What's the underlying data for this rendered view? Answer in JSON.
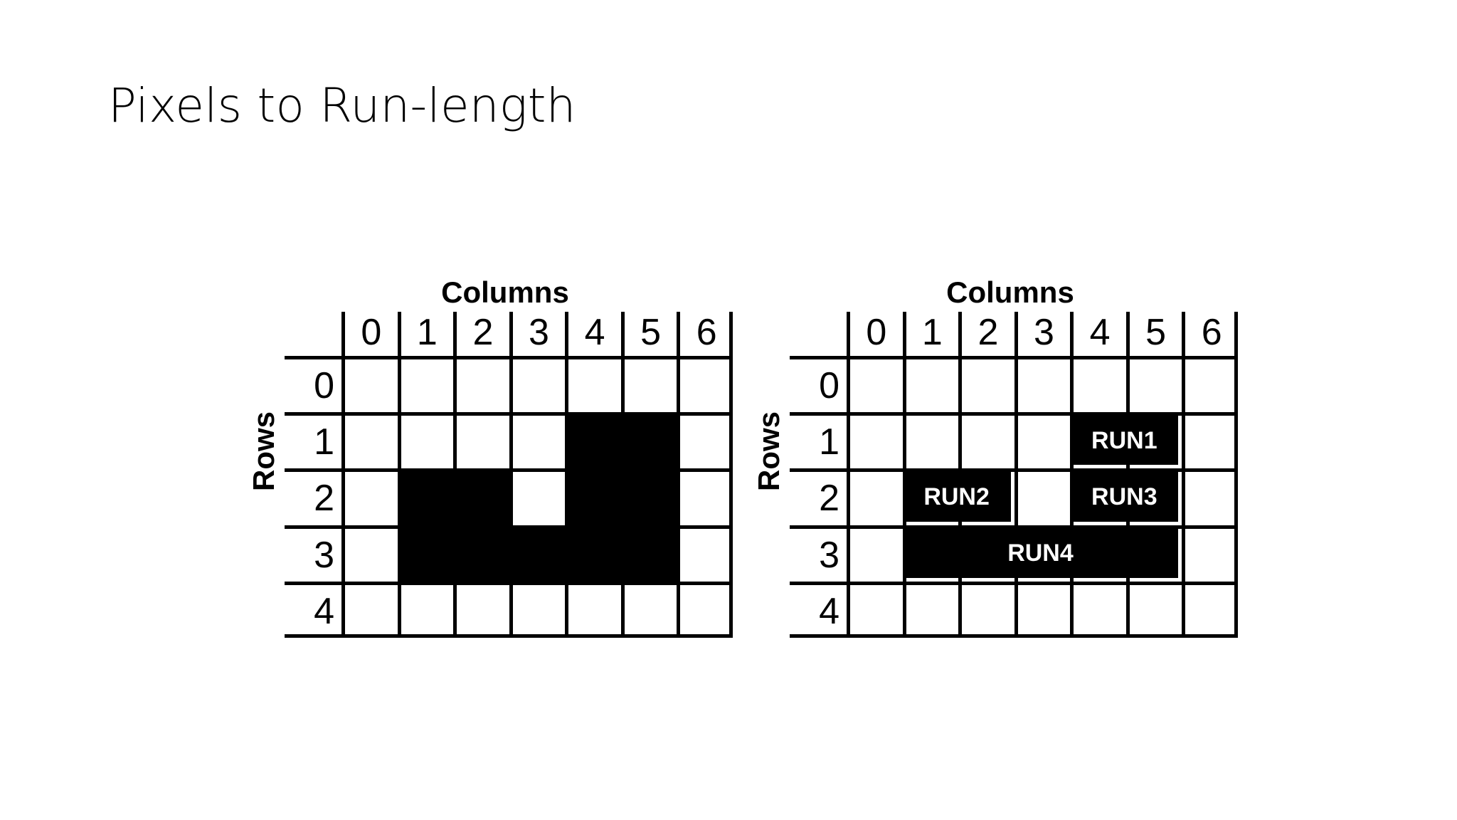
{
  "slide": {
    "title": "Pixels to Run-length",
    "background": "#ffffff",
    "ink": "#000000"
  },
  "figures": [
    {
      "id": "pixels",
      "name": "pixel-grid",
      "columns_label": "Columns",
      "rows_label": "Rows",
      "column_headers": [
        "0",
        "1",
        "2",
        "3",
        "4",
        "5",
        "6"
      ],
      "row_headers": [
        "0",
        "1",
        "2",
        "3",
        "4"
      ],
      "filled_cells": [
        {
          "row": 1,
          "col": 4
        },
        {
          "row": 1,
          "col": 5
        },
        {
          "row": 2,
          "col": 1
        },
        {
          "row": 2,
          "col": 2
        },
        {
          "row": 2,
          "col": 4
        },
        {
          "row": 2,
          "col": 5
        },
        {
          "row": 3,
          "col": 1
        },
        {
          "row": 3,
          "col": 2
        },
        {
          "row": 3,
          "col": 3
        },
        {
          "row": 3,
          "col": 4
        },
        {
          "row": 3,
          "col": 5
        }
      ]
    },
    {
      "id": "runs",
      "name": "run-length-grid",
      "columns_label": "Columns",
      "rows_label": "Rows",
      "column_headers": [
        "0",
        "1",
        "2",
        "3",
        "4",
        "5",
        "6"
      ],
      "row_headers": [
        "0",
        "1",
        "2",
        "3",
        "4"
      ],
      "runs": [
        {
          "label": "RUN1",
          "row": 1,
          "col_start": 4,
          "col_end": 5
        },
        {
          "label": "RUN2",
          "row": 2,
          "col_start": 1,
          "col_end": 2
        },
        {
          "label": "RUN3",
          "row": 2,
          "col_start": 4,
          "col_end": 5
        },
        {
          "label": "RUN4",
          "row": 3,
          "col_start": 1,
          "col_end": 5
        }
      ]
    }
  ]
}
